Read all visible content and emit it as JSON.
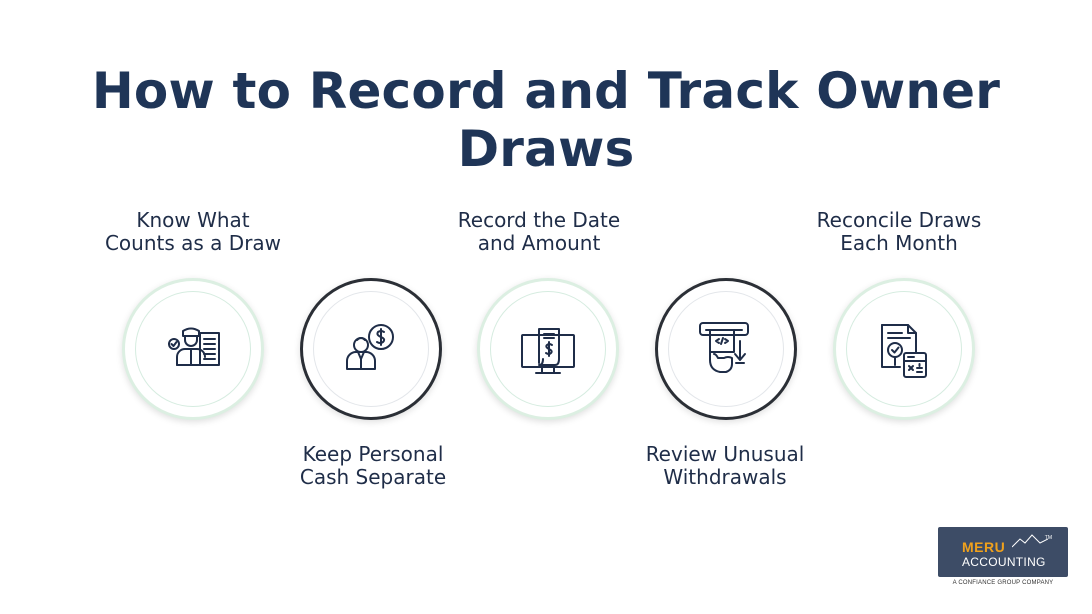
{
  "title": "How to Record and Track Owner Draws",
  "steps": [
    {
      "label_line1": "Know What",
      "label_line2": "Counts as a Draw",
      "icon": "employee-ledger-icon",
      "position": "top"
    },
    {
      "label_line1": "Keep Personal",
      "label_line2": "Cash Separate",
      "icon": "person-dollar-icon",
      "position": "bottom"
    },
    {
      "label_line1": "Record the Date",
      "label_line2": "and Amount",
      "icon": "monitor-receipt-icon",
      "position": "top"
    },
    {
      "label_line1": "Review Unusual",
      "label_line2": "Withdrawals",
      "icon": "atm-withdrawal-icon",
      "position": "bottom"
    },
    {
      "label_line1": "Reconcile Draws",
      "label_line2": "Each Month",
      "icon": "document-calculator-icon",
      "position": "top"
    }
  ],
  "logo": {
    "brand_top": "MERU",
    "brand_bottom": "ACCOUNTING",
    "tm": "TM",
    "tagline": "A CONFIANCE GROUP COMPANY"
  },
  "colors": {
    "title": "#1f3557",
    "icon_stroke": "#1f2d48",
    "ring_green": "#dcefe2",
    "ring_dark": "#2b2f36",
    "logo_bg": "#3d4c66",
    "logo_accent": "#f0a11c"
  }
}
